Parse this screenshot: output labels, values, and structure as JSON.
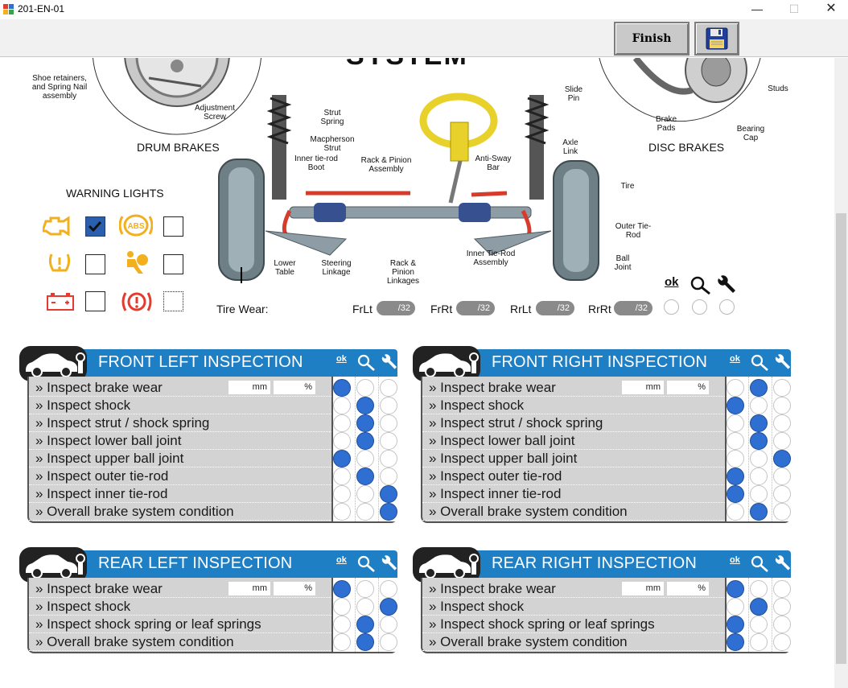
{
  "window": {
    "title": "201-EN-01",
    "minimize": "—",
    "maximize": "☐",
    "close": "✕"
  },
  "toolbar": {
    "finish_label": "Finish"
  },
  "diagram": {
    "system_text": "SYSTEM",
    "drum_brakes": "DRUM BRAKES",
    "disc_brakes": "DISC BRAKES",
    "labels": {
      "shoe_retainers": "Shoe retainers, and Spring Nail assembly",
      "adjustment_screw": "Adjustment Screw",
      "strut_spring": "Strut Spring",
      "macpherson_strut": "Macpherson Strut",
      "inner_tie_rod_boot": "Inner tie-rod Boot",
      "rack_pinion_assembly": "Rack & Pinion Assembly",
      "anti_sway_bar": "Anti-Sway Bar",
      "axle_link": "Axle Link",
      "tire": "Tire",
      "outer_tie_rod": "Outer Tie-Rod",
      "ball_joint": "Ball Joint",
      "inner_tie_rod_assembly": "Inner Tie-Rod Assembly",
      "rack_pinion_linkages": "Rack & Pinion Linkages",
      "steering_linkage": "Steering Linkage",
      "lower_table": "Lower Table",
      "slide_pin": "Slide Pin",
      "brake_pads": "Brake Pads",
      "bearing_cap": "Bearing Cap",
      "studs": "Studs"
    }
  },
  "warning_lights": {
    "title": "WARNING LIGHTS",
    "items": [
      {
        "icon": "engine-icon",
        "checked": true
      },
      {
        "icon": "abs-icon",
        "checked": false,
        "text": "ABS"
      },
      {
        "icon": "tire-pressure-icon",
        "checked": false
      },
      {
        "icon": "airbag-icon",
        "checked": false
      },
      {
        "icon": "battery-icon",
        "checked": false
      },
      {
        "icon": "brake-warning-icon",
        "checked": false
      }
    ]
  },
  "tire_wear": {
    "label": "Tire Wear:",
    "positions": [
      {
        "label": "FrLt",
        "value": "/32"
      },
      {
        "label": "FrRt",
        "value": "/32"
      },
      {
        "label": "RrLt",
        "value": "/32"
      },
      {
        "label": "RrRt",
        "value": "/32"
      }
    ],
    "ok_text": "ok"
  },
  "panels": [
    {
      "title": "FRONT LEFT INSPECTION",
      "ok_text": "ok",
      "rows": [
        {
          "label": "» Inspect brake wear",
          "mm": "mm",
          "pct": "%",
          "state": 0
        },
        {
          "label": "» Inspect shock",
          "state": 1
        },
        {
          "label": "» Inspect strut / shock spring",
          "state": 1
        },
        {
          "label": "» Inspect lower ball joint",
          "state": 1
        },
        {
          "label": "» Inspect upper ball joint",
          "state": 0
        },
        {
          "label": "» Inspect outer tie-rod",
          "state": 1
        },
        {
          "label": "» Inspect inner tie-rod",
          "state": 2
        },
        {
          "label": "» Overall brake system condition",
          "state": 2
        }
      ]
    },
    {
      "title": "FRONT RIGHT INSPECTION",
      "ok_text": "ok",
      "rows": [
        {
          "label": "» Inspect brake wear",
          "mm": "mm",
          "pct": "%",
          "state": 1
        },
        {
          "label": "» Inspect shock",
          "state": 0
        },
        {
          "label": "» Inspect strut / shock spring",
          "state": 1
        },
        {
          "label": "» Inspect lower ball joint",
          "state": 1
        },
        {
          "label": "» Inspect upper ball joint",
          "state": 2
        },
        {
          "label": "» Inspect outer tie-rod",
          "state": 0
        },
        {
          "label": "» Inspect inner tie-rod",
          "state": 0
        },
        {
          "label": "» Overall brake system condition",
          "state": 1
        }
      ]
    },
    {
      "title": "REAR LEFT INSPECTION",
      "ok_text": "ok",
      "rows": [
        {
          "label": "» Inspect brake wear",
          "mm": "mm",
          "pct": "%",
          "state": 0
        },
        {
          "label": "» Inspect shock",
          "state": 2
        },
        {
          "label": "» Inspect shock spring or leaf springs",
          "state": 1
        },
        {
          "label": "» Overall brake system condition",
          "state": 1
        }
      ]
    },
    {
      "title": "REAR RIGHT INSPECTION",
      "ok_text": "ok",
      "rows": [
        {
          "label": "» Inspect brake wear",
          "mm": "mm",
          "pct": "%",
          "state": 0
        },
        {
          "label": "» Inspect shock",
          "state": 1
        },
        {
          "label": "» Inspect shock spring or leaf springs",
          "state": 0
        },
        {
          "label": "» Overall brake system condition",
          "state": 0
        }
      ]
    }
  ],
  "colors": {
    "header_blue": "#1f7fc4",
    "radio_on": "#2e6fd1",
    "warning_yellow": "#f2b01e",
    "warning_red": "#e53b2f"
  }
}
